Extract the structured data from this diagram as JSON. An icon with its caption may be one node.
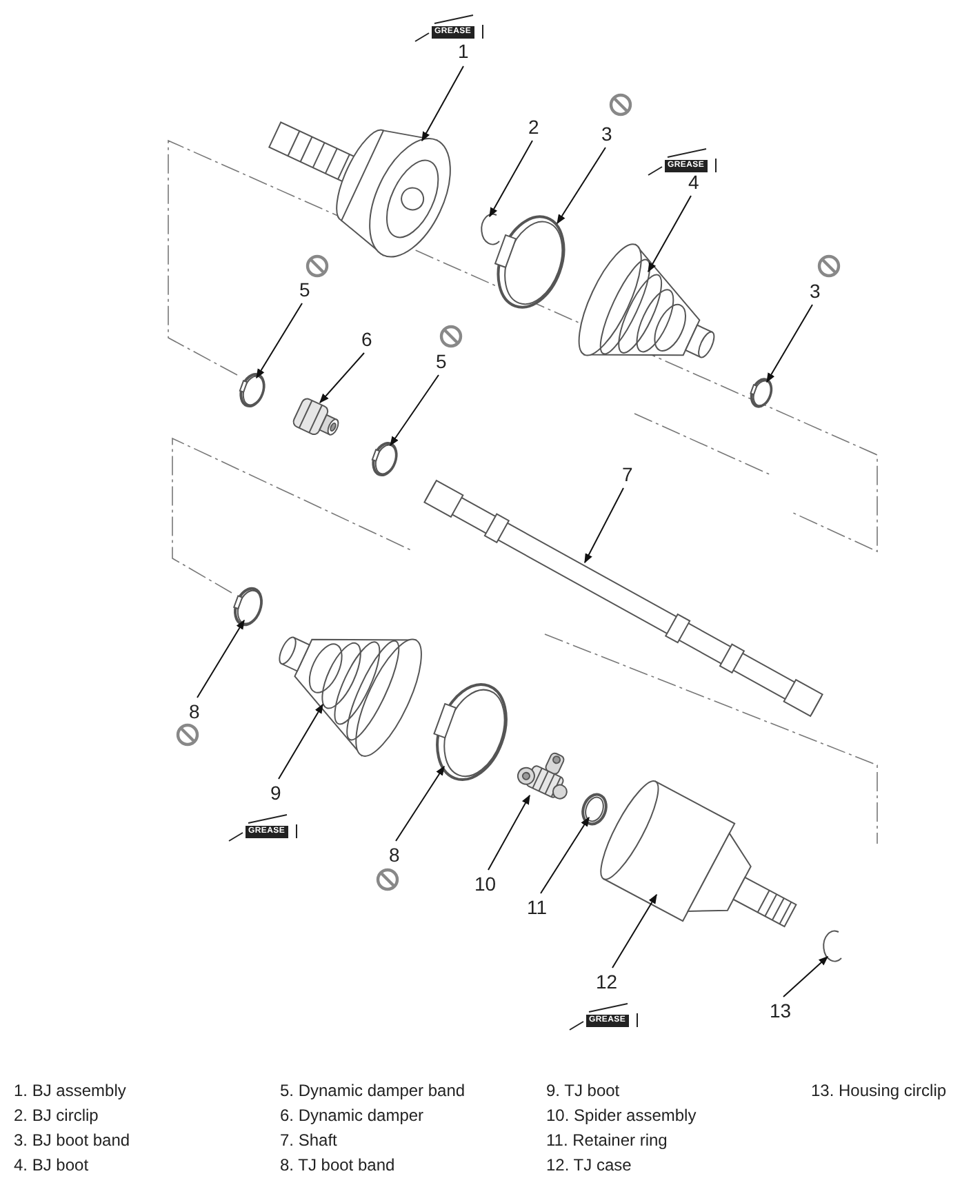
{
  "diagram": {
    "nodes": [
      {
        "text": [
          "1"
        ],
        "beside": [
          "GREASE"
        ]
      },
      {
        "text": [
          "2"
        ]
      },
      {
        "text": [
          "3"
        ]
      },
      {
        "text": [
          "4"
        ],
        "beside": [
          "GREASE"
        ]
      },
      {
        "text": [
          "5"
        ]
      },
      {
        "text": [
          "6"
        ]
      },
      {
        "text": [
          "5"
        ]
      },
      {
        "text": [
          "3"
        ]
      },
      {
        "text": [
          "7"
        ]
      },
      {
        "text": [
          "8"
        ]
      },
      {
        "text": [
          "9"
        ],
        "beside": [
          "GREASE"
        ]
      },
      {
        "text": [
          "8"
        ]
      },
      {
        "text": [
          "10"
        ]
      },
      {
        "text": [
          "11"
        ]
      },
      {
        "text": [
          "12"
        ],
        "beside": [
          "GREASE"
        ]
      },
      {
        "text": [
          "13"
        ]
      },
      {
        "text": [],
        "shape": "picture"
      },
      {
        "text": [],
        "shape": "picture"
      },
      {
        "text": [],
        "shape": "picture"
      },
      {
        "text": [],
        "shape": "picture"
      },
      {
        "text": [],
        "shape": "picture"
      },
      {
        "text": [],
        "shape": "picture"
      },
      {
        "text": [],
        "shape": "picture"
      },
      {
        "text": [],
        "shape": "picture"
      },
      {
        "text": [],
        "shape": "picture"
      },
      {
        "text": [],
        "shape": "picture"
      },
      {
        "text": [],
        "shape": "picture"
      },
      {
        "text": [],
        "shape": "picture"
      },
      {
        "text": [],
        "shape": "picture"
      },
      {
        "text": [],
        "shape": "picture"
      },
      {
        "text": [],
        "shape": "picture"
      },
      {
        "text": [],
        "shape": "picture"
      }
    ],
    "edges": [
      {
        "from": 0,
        "to": 16,
        "arrow": "to"
      },
      {
        "from": 1,
        "to": 17,
        "arrow": "to"
      },
      {
        "from": 2,
        "to": 18,
        "arrow": "to"
      },
      {
        "from": 3,
        "to": 19,
        "arrow": "to"
      },
      {
        "from": 4,
        "to": 20,
        "arrow": "to"
      },
      {
        "from": 5,
        "to": 21,
        "arrow": "to"
      },
      {
        "from": 6,
        "to": 22,
        "arrow": "to"
      },
      {
        "from": 7,
        "to": 23,
        "arrow": "to"
      },
      {
        "from": 8,
        "to": 24,
        "arrow": "to"
      },
      {
        "from": 9,
        "to": 25,
        "arrow": "to"
      },
      {
        "from": 10,
        "to": 26,
        "arrow": "to"
      },
      {
        "from": 11,
        "to": 27,
        "arrow": "to"
      },
      {
        "from": 12,
        "to": 28,
        "arrow": "to"
      },
      {
        "from": 13,
        "to": 29,
        "arrow": "to"
      },
      {
        "from": 14,
        "to": 30,
        "arrow": "to"
      },
      {
        "from": 15,
        "to": 31,
        "arrow": "to"
      }
    ],
    "labels": [
      "1. BJ assembly",
      "5. Dynamic damper band",
      "9. TJ boot",
      "13. Housing circlip",
      "2. BJ circlip",
      "6. Dynamic damper",
      "10. Spider assembly",
      "3. BJ boot band",
      "7. Shaft",
      "11. Retainer ring",
      "4. BJ boot",
      "8. TJ boot band",
      "12. TJ case"
    ]
  }
}
